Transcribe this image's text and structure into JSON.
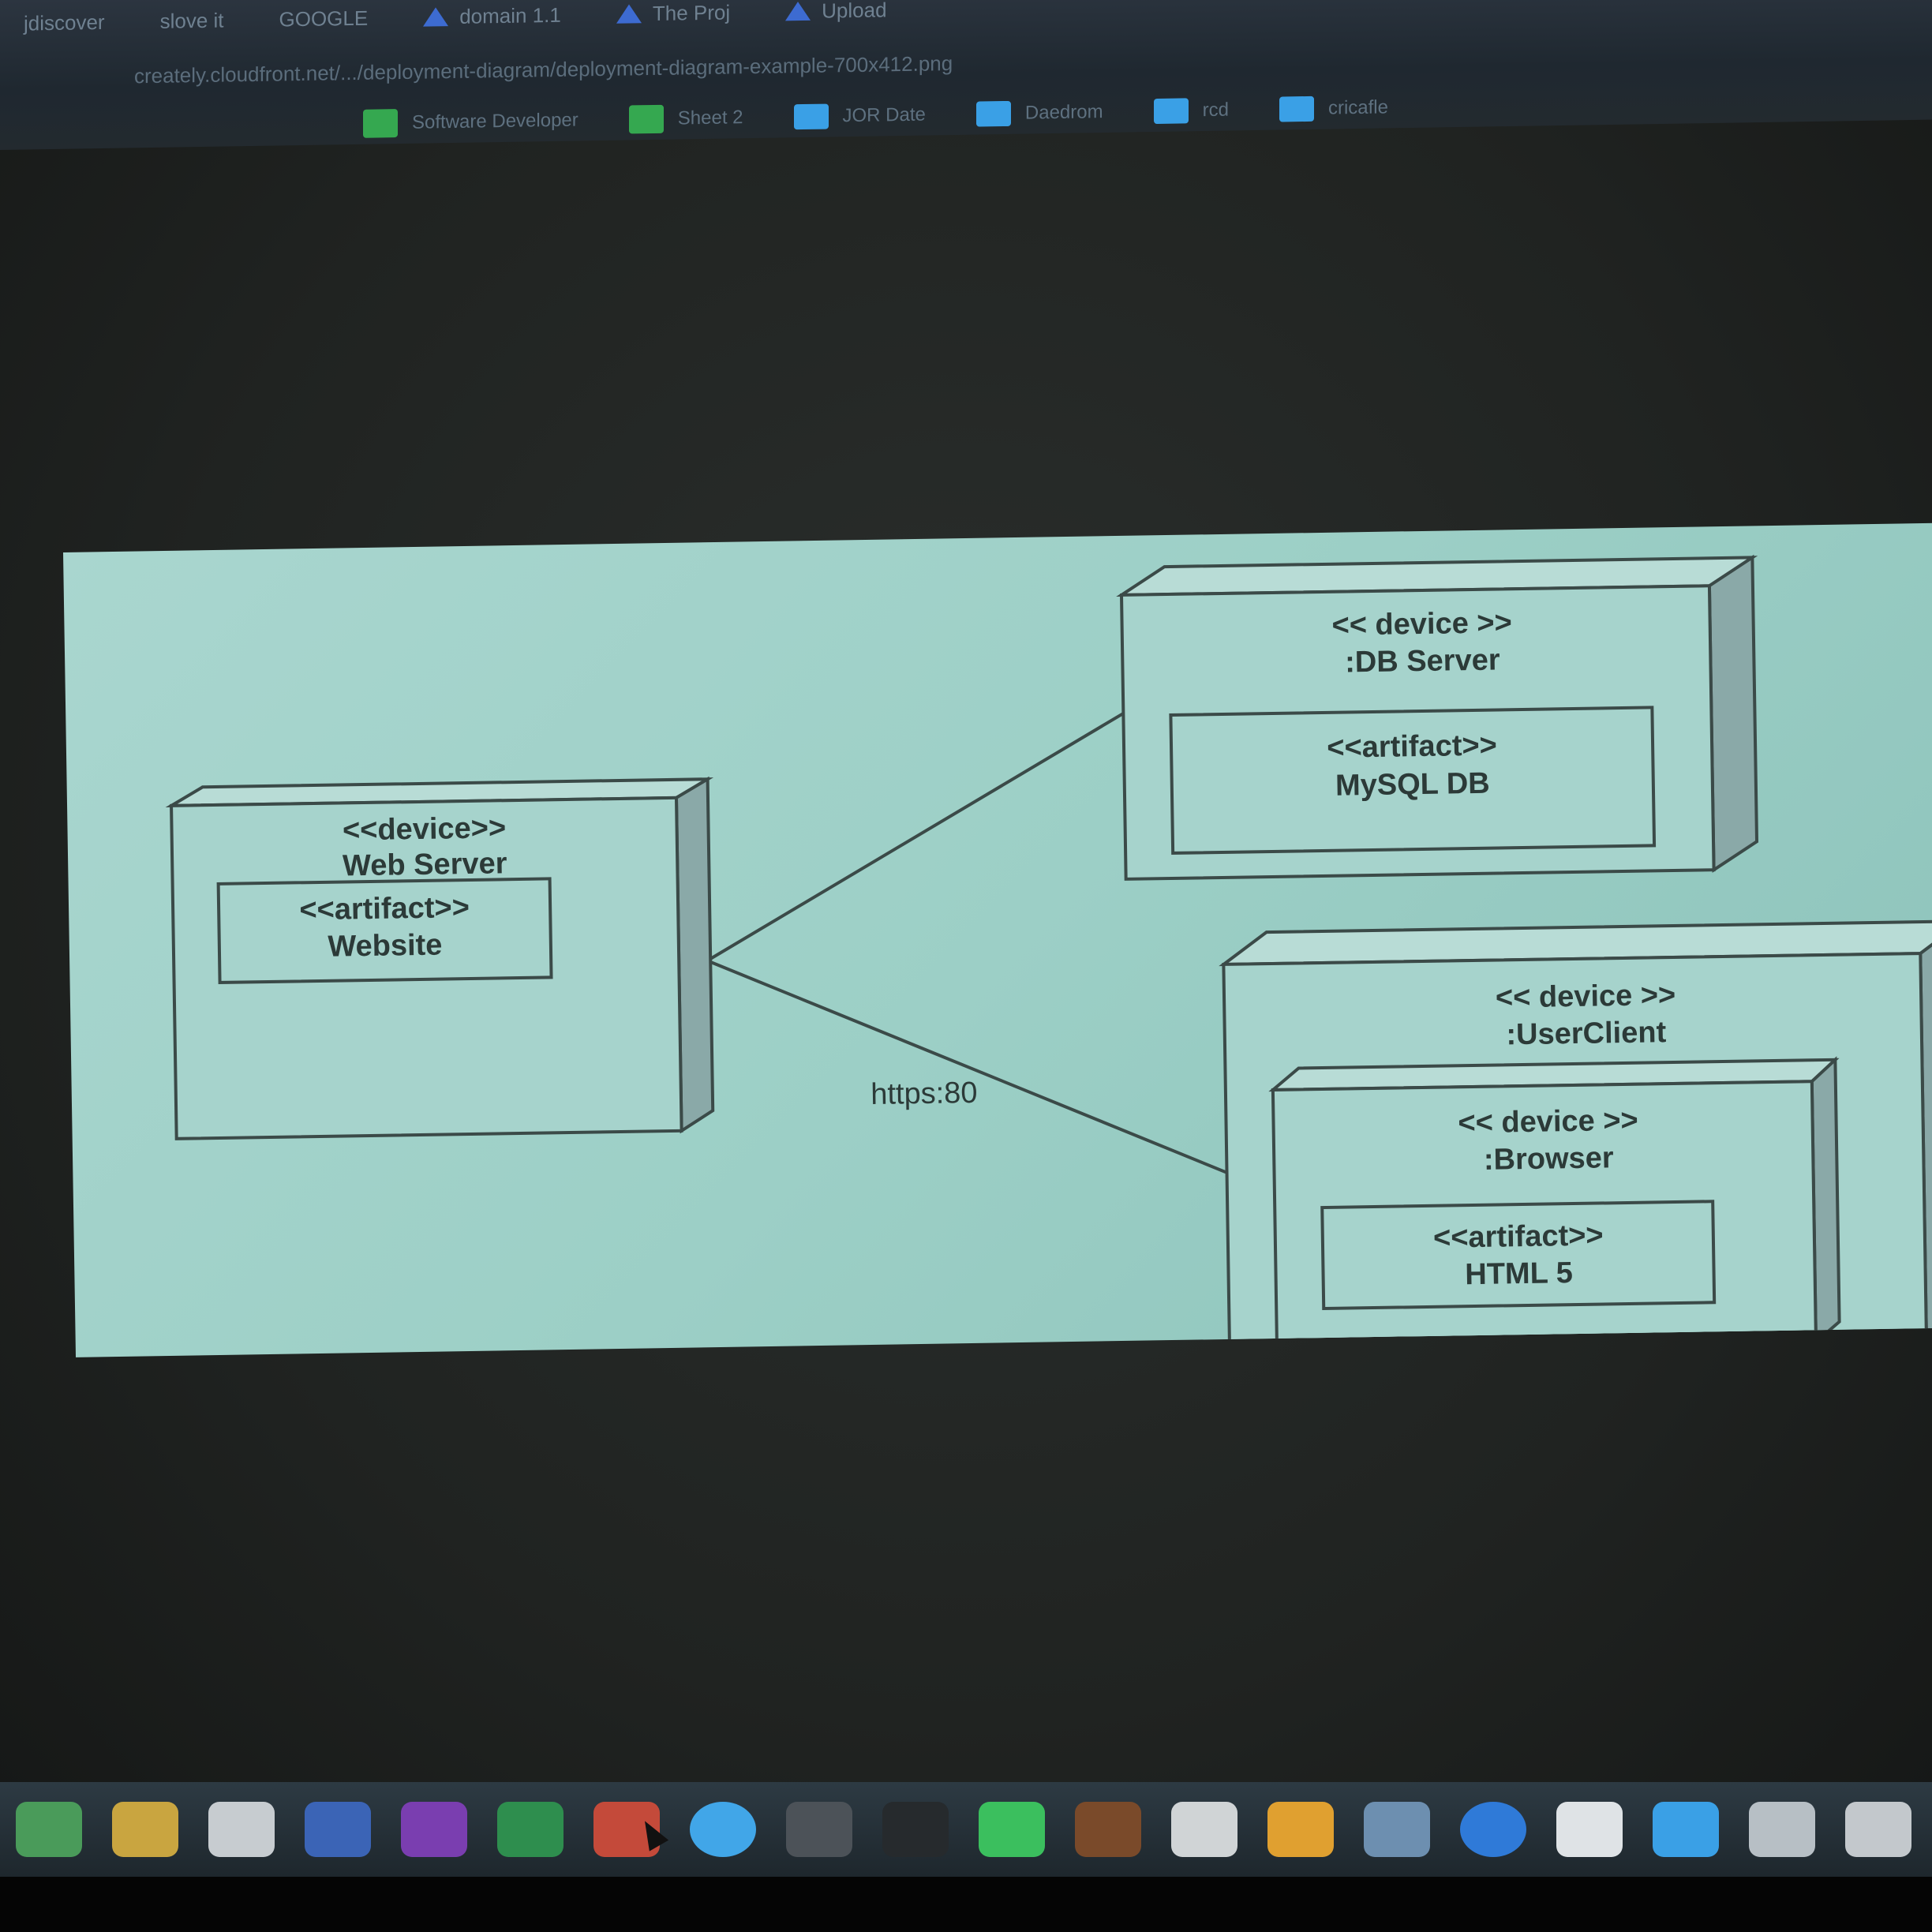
{
  "browser": {
    "tabs": [
      {
        "label": "jdiscover",
        "icon": "tab-favicon"
      },
      {
        "label": "slove it",
        "icon": "tab-favicon"
      },
      {
        "label": "GOOGLE",
        "icon": "tab-favicon"
      },
      {
        "label": "domain 1.1",
        "icon": "drive-triangle-icon"
      },
      {
        "label": "The Proj",
        "icon": "drive-triangle-icon"
      },
      {
        "label": "Upload",
        "icon": "drive-triangle-icon"
      }
    ],
    "url": "creately.cloudfront.net/.../deployment-diagram/deployment-diagram-example-700x412.png",
    "bookmarks": [
      {
        "label": "Software Developer",
        "icon": "spreadsheet-icon"
      },
      {
        "label": "Sheet 2",
        "icon": "spreadsheet-icon"
      },
      {
        "label": "JOR Date",
        "icon": "folder-icon"
      },
      {
        "label": "Daedrom",
        "icon": "folder-icon"
      },
      {
        "label": "rcd",
        "icon": "folder-icon"
      },
      {
        "label": "cricafle",
        "icon": "folder-icon"
      }
    ]
  },
  "diagram": {
    "web_server": {
      "stereotype": "<<device>>",
      "name": "Web Server",
      "artifact": {
        "stereotype": "<<artifact>>",
        "name": "Website"
      }
    },
    "db_server": {
      "stereotype": "<< device >>",
      "name": ":DB Server",
      "artifact": {
        "stereotype": "<<artifact>>",
        "name": "MySQL DB"
      }
    },
    "user_client": {
      "stereotype": "<< device >>",
      "name": ":UserClient",
      "browser": {
        "stereotype": "<< device >>",
        "name": ":Browser",
        "artifact": {
          "stereotype": "<<artifact>>",
          "name": "HTML 5"
        }
      }
    },
    "connector_label": "https:80"
  },
  "colors": {
    "diagram_bg": "#9ccfc6",
    "stroke": "#3b4a48",
    "node_side": "#8aa9a8"
  },
  "dock_icons": [
    "chrome-icon",
    "notes-icon",
    "pages-icon",
    "word-icon",
    "onenote-icon",
    "excel-icon",
    "powerpoint-icon",
    "skype-icon",
    "photos-icon",
    "terminal-icon",
    "messages-icon",
    "app-icon",
    "sequel-pro-icon",
    "duck-icon",
    "preview-icon",
    "app-store-icon",
    "file-icon",
    "folder-icon",
    "finder-icon",
    "trash-icon"
  ]
}
